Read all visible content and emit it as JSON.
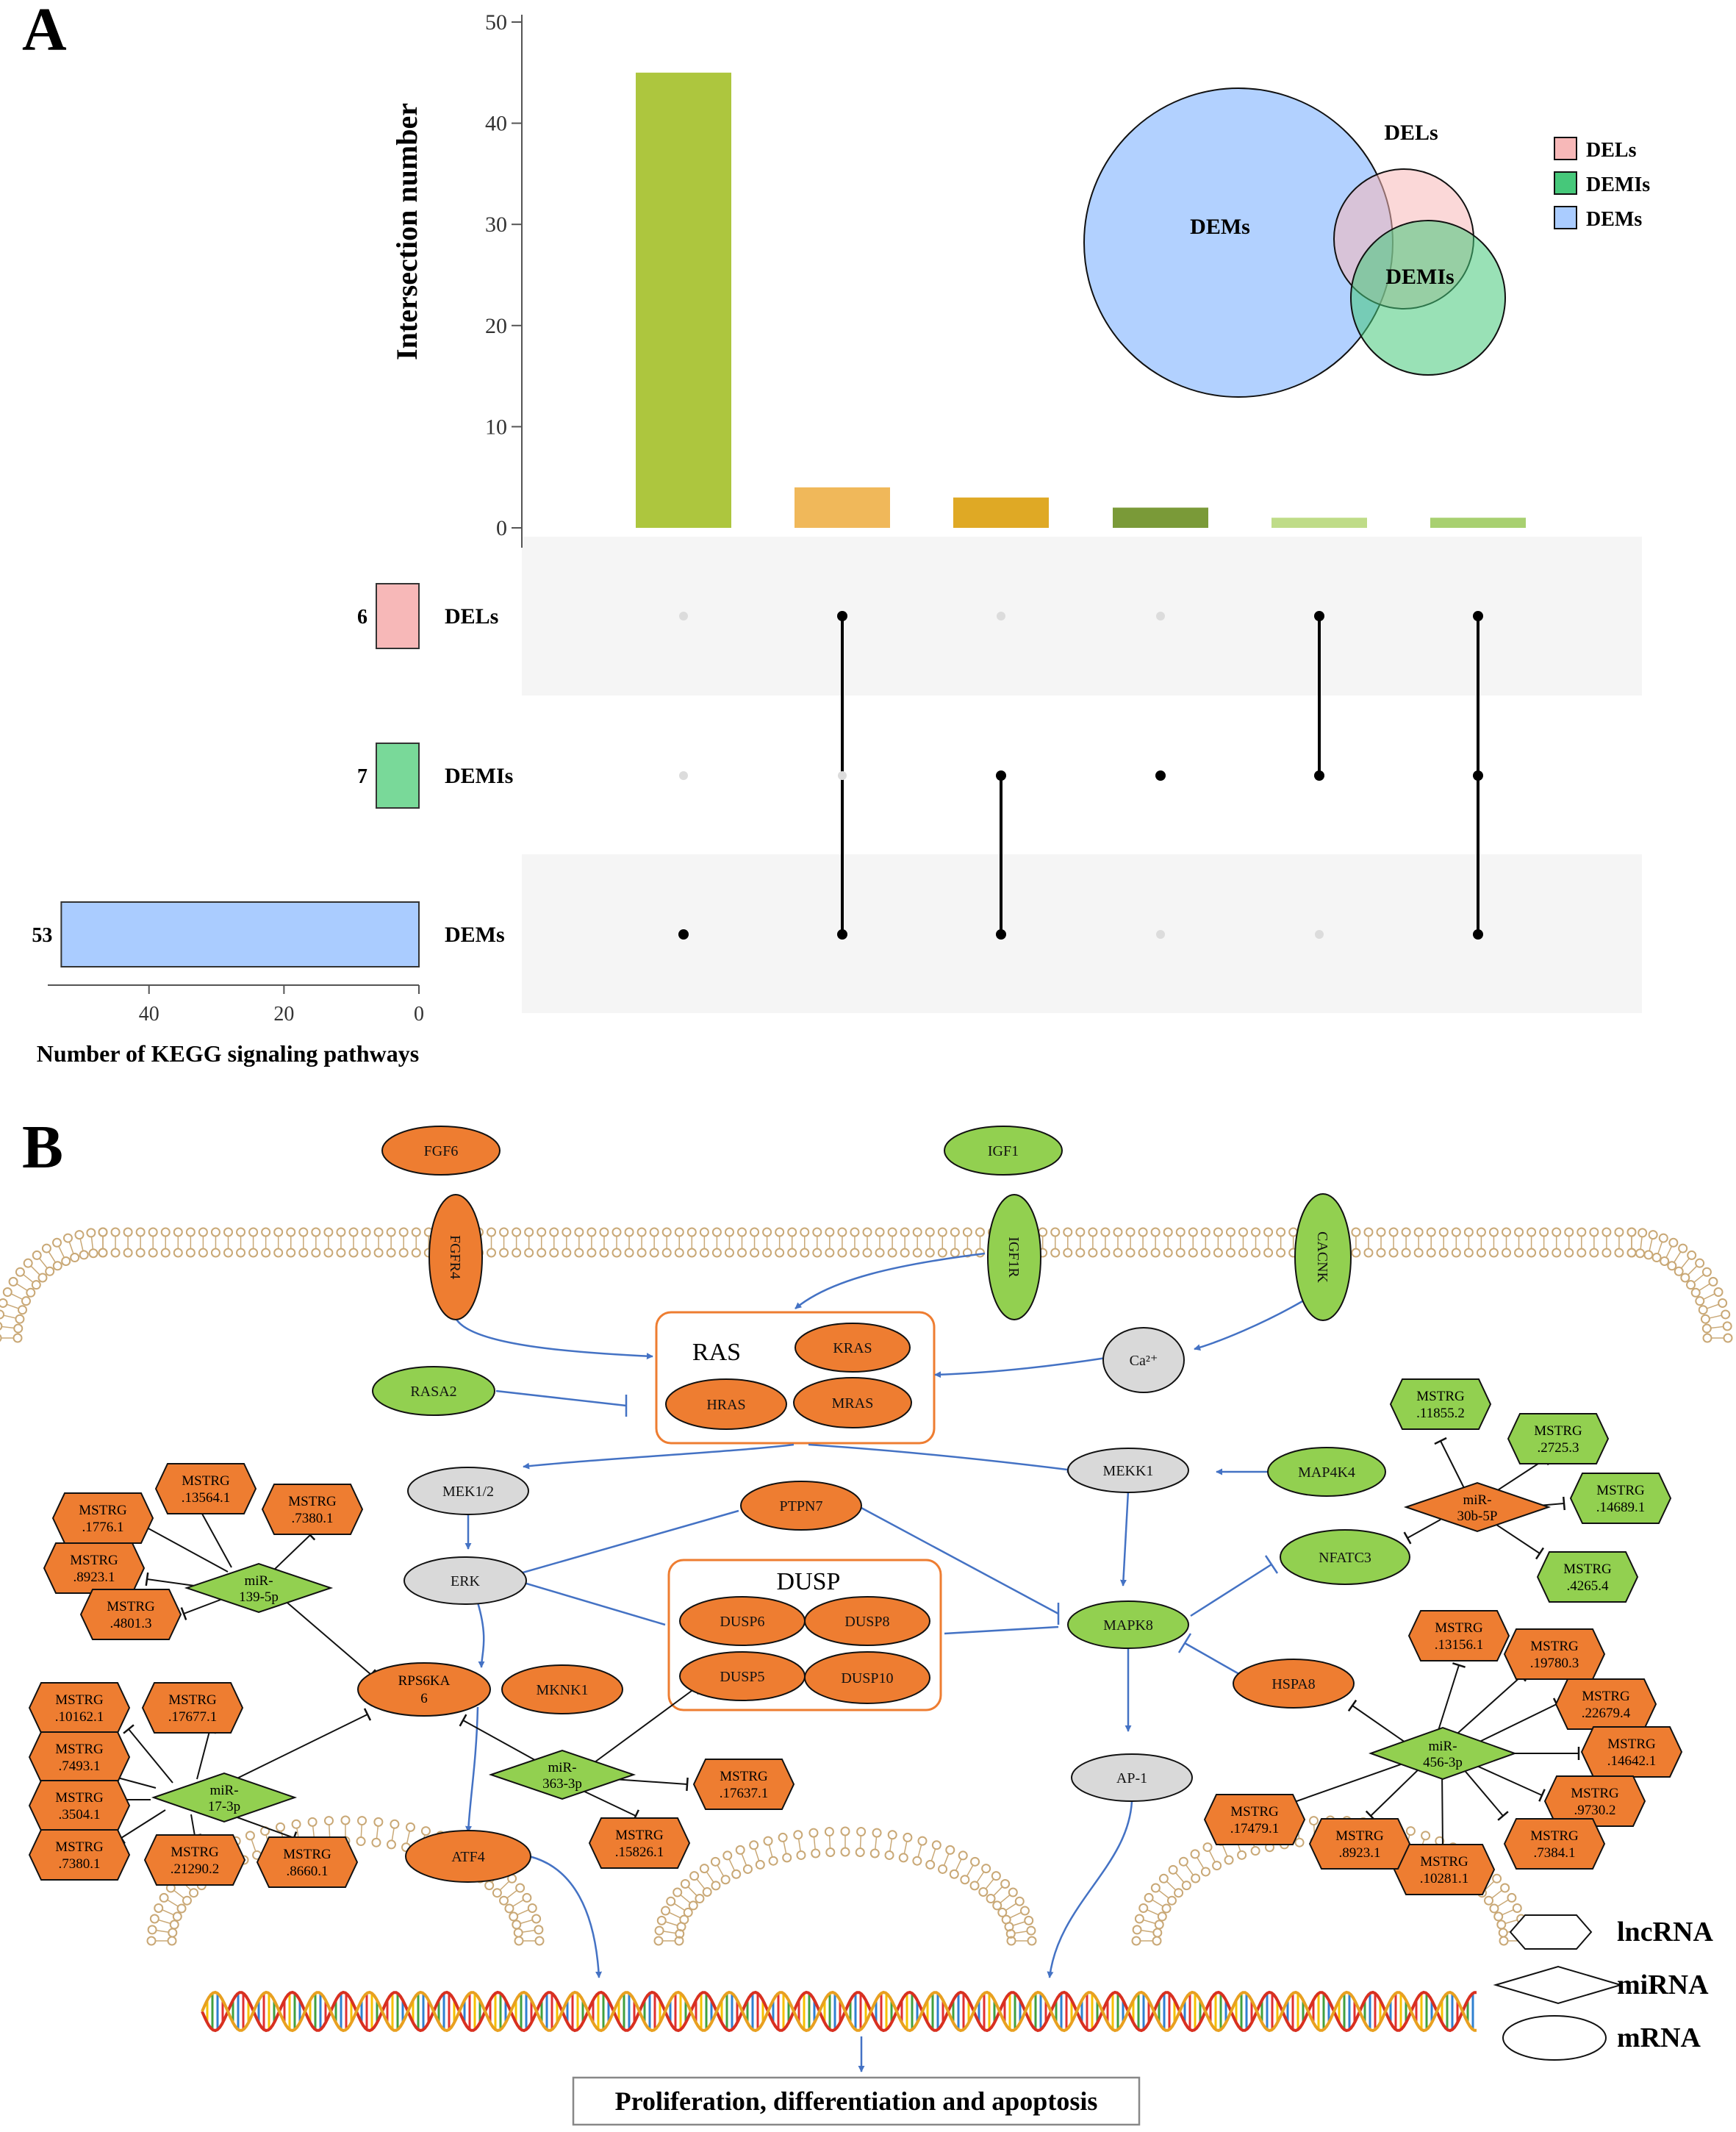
{
  "panel_a": {
    "label": "A",
    "ylabel": "Intersection number",
    "yticks": [
      "0",
      "10",
      "20",
      "30",
      "40",
      "50"
    ],
    "set_size_title": "Number of KEGG signaling pathways",
    "set_size_ticks": [
      "40",
      "20",
      "0"
    ],
    "legend": [
      "DELs",
      "DEMIs",
      "DEMs"
    ],
    "venn_labels": [
      "DEMs",
      "DELs",
      "DEMIs"
    ]
  },
  "chart_data": {
    "type": "bar",
    "ylabel": "Intersection number",
    "ylim": [
      0,
      52
    ],
    "values": [
      45,
      4,
      3,
      2,
      1,
      1
    ],
    "bar_colors": [
      "#adc63e",
      "#f0b85a",
      "#dfa925",
      "#7a9a38",
      "#bfdc88",
      "#a8d070"
    ],
    "sets": [
      {
        "name": "DELs",
        "size": 6,
        "color": "#f7b8b8"
      },
      {
        "name": "DEMIs",
        "size": 7,
        "color": "#79d999"
      },
      {
        "name": "DEMs",
        "size": 53,
        "color": "#aaccff"
      }
    ],
    "memberships": [
      [
        2
      ],
      [
        0,
        2
      ],
      [
        1,
        2
      ],
      [
        1
      ],
      [
        0,
        1
      ],
      [
        0,
        1,
        2
      ]
    ],
    "set_axis_max": 55
  },
  "panel_b": {
    "label": "B",
    "boxes": {
      "ras": "RAS",
      "dusp": "DUSP"
    },
    "mrna": {
      "fgf6": "FGF6",
      "fgfr4": "FGFR4",
      "igf1": "IGF1",
      "igf1r": "IGF1R",
      "cacnk": "CACNK",
      "kras": "KRAS",
      "hras": "HRAS",
      "mras": "MRAS",
      "rasa2": "RASA2",
      "ca": "Ca²⁺",
      "mek12": "MEK1/2",
      "mekk1": "MEKK1",
      "map4k4": "MAP4K4",
      "erk": "ERK",
      "ptpn7": "PTPN7",
      "nfatc3": "NFATC3",
      "dusp6": "DUSP6",
      "dusp8": "DUSP8",
      "dusp5": "DUSP5",
      "dusp10": "DUSP10",
      "mapk8": "MAPK8",
      "hspa8": "HSPA8",
      "rps6ka_1": "RPS6KA",
      "rps6ka_2": "6",
      "mknk1": "MKNK1",
      "atf4": "ATF4",
      "ap1": "AP-1"
    },
    "mirna": {
      "m139": [
        "miR-",
        "139-5p"
      ],
      "m17": [
        "miR-",
        "17-3p"
      ],
      "m363": [
        "miR-",
        "363-3p"
      ],
      "m30b": [
        "miR-",
        "30b-5P"
      ],
      "m456": [
        "miR-",
        "456-3p"
      ]
    },
    "lncrna": {
      "l1776": [
        "MSTRG",
        ".1776.1"
      ],
      "l13564": [
        "MSTRG",
        ".13564.1"
      ],
      "l7380a": [
        "MSTRG",
        ".7380.1"
      ],
      "l8923a": [
        "MSTRG",
        ".8923.1"
      ],
      "l4801": [
        "MSTRG",
        ".4801.3"
      ],
      "l10162": [
        "MSTRG",
        ".10162.1"
      ],
      "l17677": [
        "MSTRG",
        ".17677.1"
      ],
      "l7493": [
        "MSTRG",
        ".7493.1"
      ],
      "l3504": [
        "MSTRG",
        ".3504.1"
      ],
      "l7380b": [
        "MSTRG",
        ".7380.1"
      ],
      "l21290": [
        "MSTRG",
        ".21290.2"
      ],
      "l8660": [
        "MSTRG",
        ".8660.1"
      ],
      "l17637": [
        "MSTRG",
        ".17637.1"
      ],
      "l15826": [
        "MSTRG",
        ".15826.1"
      ],
      "l11855": [
        "MSTRG",
        ".11855.2"
      ],
      "l2725": [
        "MSTRG",
        ".2725.3"
      ],
      "l14689": [
        "MSTRG",
        ".14689.1"
      ],
      "l4265": [
        "MSTRG",
        ".4265.4"
      ],
      "l13156": [
        "MSTRG",
        ".13156.1"
      ],
      "l19780": [
        "MSTRG",
        ".19780.3"
      ],
      "l22679": [
        "MSTRG",
        ".22679.4"
      ],
      "l14642": [
        "MSTRG",
        ".14642.1"
      ],
      "l9730": [
        "MSTRG",
        ".9730.2"
      ],
      "l7384": [
        "MSTRG",
        ".7384.1"
      ],
      "l10281": [
        "MSTRG",
        ".10281.1"
      ],
      "l8923b": [
        "MSTRG",
        ".8923.1"
      ],
      "l17479": [
        "MSTRG",
        ".17479.1"
      ]
    },
    "legend": {
      "lncrna": "lncRNA",
      "mirna": "miRNA",
      "mrna": "mRNA"
    },
    "outcome": "Proliferation, differentiation and apoptosis",
    "colors": {
      "orange": "#ee7d31",
      "green": "#92d050",
      "gray": "#d9d9d9",
      "arrow": "#4472c4",
      "membrane": "#c9a876"
    }
  }
}
